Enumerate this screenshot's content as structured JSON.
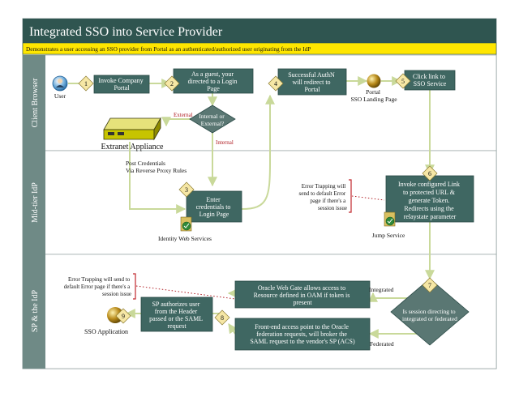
{
  "title": "Integrated SSO into Service Provider",
  "subtitle": "Demonstrates a user accessing an SSO provider from Portal as an authenticated/authorized user originating from the IdP",
  "colors": {
    "title_bar": "#2f5550",
    "subtitle_bar": "#ffe600",
    "lane_header": "#6f8a86",
    "process_box": "#3f6762",
    "diamond": "#5a7773",
    "step_marker": "#f6e7a5",
    "connector": "#c9d99a",
    "note_bracket": "#c0272d",
    "ball": "#b88a1a",
    "appliance": "#c7c400"
  },
  "lanes": [
    "Client Browser",
    "Mid-tier IdP",
    "SP & the IdP"
  ],
  "nodes": {
    "user": "User",
    "invoke_portal": [
      "Invoke Company",
      "Portal"
    ],
    "guest_login": [
      "As a guest, your",
      "directed to a Login",
      "Page"
    ],
    "internal_external": [
      "Internal or",
      "External?"
    ],
    "extranet": "Extranet Appliance",
    "authn_redirect": [
      "Successful AuthN",
      "will redirect to",
      "Portal"
    ],
    "portal_landing": [
      "Portal",
      "SSO Landing Page"
    ],
    "click_link": [
      "Click link to",
      "SSO Service"
    ],
    "enter_credentials": [
      "Enter",
      "credentials to",
      "Login Page"
    ],
    "identity_web_services": "Identity Web Services",
    "post_credentials": [
      "Post Credentials",
      "Via Reverse Proxy Rules"
    ],
    "invoke_link": [
      "Invoke configured Link",
      "to protected URL &",
      "generate Token.",
      "Redirects using the",
      "relaystate parameter"
    ],
    "jump_service": "Jump Service",
    "error_note_1": [
      "Error Trapping will",
      "send to default Error",
      "page if there's a",
      "session issue"
    ],
    "sso_directing": [
      "Is session directing to",
      "integrated or federated"
    ],
    "oracle_webgate": [
      "Oracle Web Gate allows access to",
      "Resource defined in OAM if token is",
      "present"
    ],
    "frontend_access": [
      "Front-end access point to the Oracle",
      "federation requests, will broker the",
      "SAML request to the vendor's SP (ACS)"
    ],
    "sp_authorizes": [
      "SP authorizes user",
      "from the Header",
      "passed or the SAML",
      "request"
    ],
    "sso_application": "SSO Application",
    "error_note_2": [
      "Error Trapping will send to",
      "default Error page if there's a",
      "session issue"
    ]
  },
  "edge_labels": {
    "external": "External",
    "internal": "Internal",
    "integrated": "Integrated",
    "federated": "Federated"
  },
  "steps": [
    "1",
    "2",
    "3",
    "4",
    "5",
    "6",
    "7",
    "8",
    "9"
  ]
}
